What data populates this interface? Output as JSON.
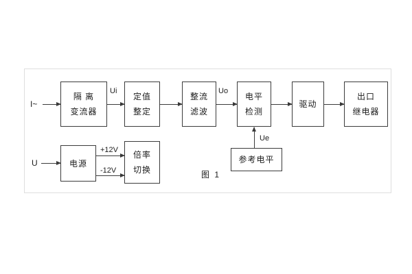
{
  "figure": {
    "caption": "图 1",
    "input_top": "I~",
    "input_bottom": "U",
    "signal_labels": {
      "ui": "Ui",
      "uo": "Uo",
      "ue": "Ue",
      "plus12": "+12V",
      "minus12": "-12V"
    },
    "blocks": {
      "isolation": [
        "隔 离",
        "变流器"
      ],
      "setting": [
        "定值",
        "整定"
      ],
      "rectifier": [
        "整流",
        "滤波"
      ],
      "level_detect": [
        "电平",
        "检测"
      ],
      "drive": [
        "驱动"
      ],
      "output_relay": [
        "出口",
        "继电器"
      ],
      "power": [
        "电源"
      ],
      "ratio_switch": [
        "倍率",
        "切换"
      ],
      "reference_level": [
        "参考电平"
      ]
    }
  }
}
